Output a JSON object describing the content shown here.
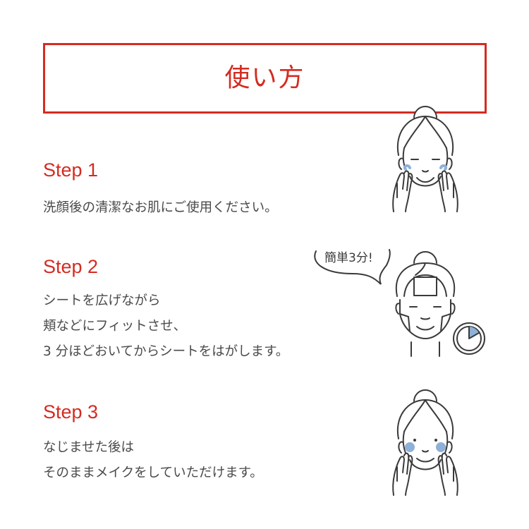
{
  "header": {
    "title": "使い方"
  },
  "colors": {
    "accent": "#d42b21",
    "text": "#4a4a4a",
    "line": "#3a3a3a",
    "highlight": "#8fb0d8"
  },
  "steps": [
    {
      "label": "Step 1",
      "lines": [
        "洗顔後の清潔なお肌にご使用ください。"
      ],
      "illustration": "face-washing-icon"
    },
    {
      "label": "Step 2",
      "lines": [
        "シートを広げながら",
        "頬などにフィットさせ、",
        "3 分ほどおいてからシートをはがします。"
      ],
      "illustration": "face-sheet-mask-icon",
      "bubble": "簡単3分!"
    },
    {
      "label": "Step 3",
      "lines": [
        "なじませた後は",
        "そのままメイクをしていただけます。"
      ],
      "illustration": "face-patting-icon"
    }
  ]
}
